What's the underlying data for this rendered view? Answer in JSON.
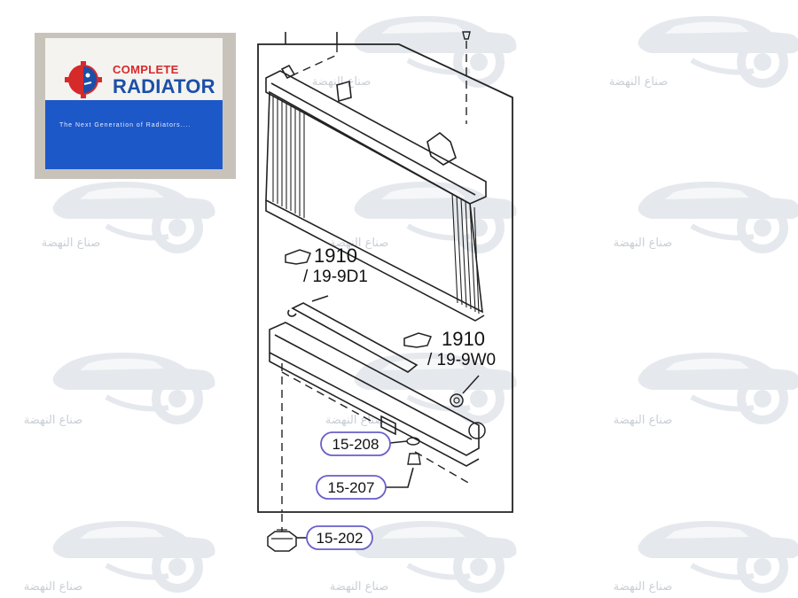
{
  "logo": {
    "brand_line1": "COMPLETE",
    "brand_line2": "RADIATOR",
    "tagline": "The Next Generation of Radiators....",
    "colors": {
      "red": "#d62a2a",
      "blue": "#1c4fa8",
      "panel": "#1d58c9",
      "frame": "#c8c3ba"
    }
  },
  "watermark": {
    "text": "صناع النهضة",
    "icon": "car-gear-watermark-icon",
    "color": "#c9ced6"
  },
  "diagram": {
    "callouts": {
      "upper_hose_code": "1910",
      "upper_hose_sub": "/ 19-9D1",
      "lower_hose_code": "1910",
      "lower_hose_sub": "/ 19-9W0"
    },
    "parts": {
      "part_208": "15-208",
      "part_207": "15-207",
      "part_202": "15-202"
    },
    "pill_color": "#6a5fc9"
  }
}
